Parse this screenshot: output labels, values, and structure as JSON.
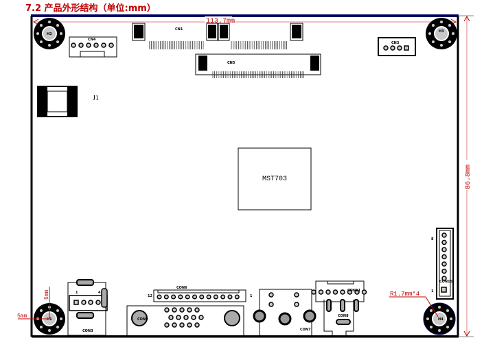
{
  "title": "7.2 产品外形结构（单位:mm）",
  "dimensions": {
    "width": "113.7mm",
    "height": "86.8mm",
    "offset_x": "5mm",
    "offset_y": "5mm",
    "hole_radius": "R1.7mm*4"
  },
  "chip": "MST703",
  "holes": [
    "H2",
    "H3",
    "H1",
    "H4"
  ],
  "components": {
    "j1": "J1",
    "cn1": "CN1",
    "cn4": "CN4",
    "cn5": "CN5",
    "cn3": "CN3",
    "con3": "CON3",
    "con6": "CON6",
    "con7": "CON7",
    "con8": "CON8",
    "con9": "CON9",
    "con11": "CON11",
    "con15": "CON15"
  },
  "pin_labels": {
    "con3_first": "1",
    "con3_last": "4",
    "con6_first": "12",
    "con7_first": "1",
    "con15_top": "8",
    "con15_bottom": "1"
  },
  "colors": {
    "dimension": "#c00000",
    "board_top": "#000060"
  }
}
